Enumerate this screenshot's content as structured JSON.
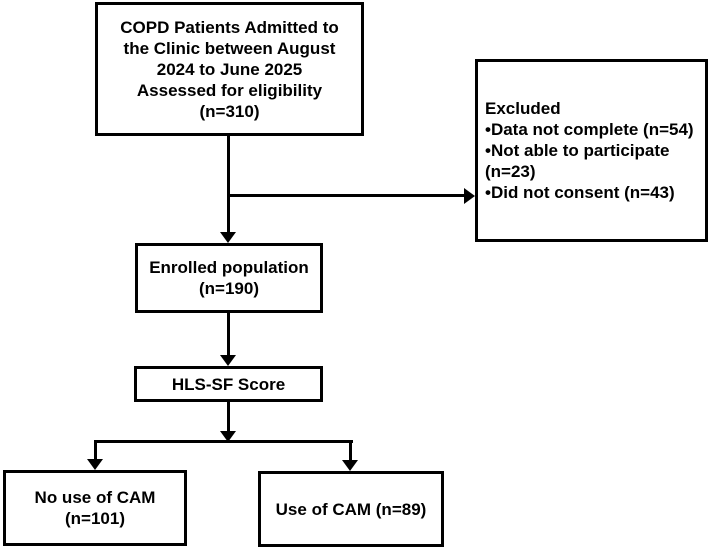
{
  "diagram": {
    "type": "patient-flow-diagram",
    "background_color": "#ffffff",
    "line_color": "#000000",
    "boxes": {
      "eligibility": {
        "lines": [
          "COPD Patients Admitted to",
          "the Clinic between August",
          "2024 to June 2025",
          "Assessed for eligibility",
          "(n=310)"
        ]
      },
      "excluded": {
        "lines": [
          "Excluded",
          "•Data not complete (n=54)",
          "•Not able to participate",
          "(n=23)",
          "•Did not consent (n=43)"
        ]
      },
      "enrolled": {
        "lines": [
          "Enrolled population",
          "(n=190)"
        ]
      },
      "hls_sf": {
        "lines": [
          "HLS-SF Score"
        ]
      },
      "no_cam": {
        "lines": [
          "No use of CAM",
          "(n=101)"
        ]
      },
      "cam": {
        "lines": [
          "Use of CAM (n=89)"
        ]
      }
    }
  }
}
